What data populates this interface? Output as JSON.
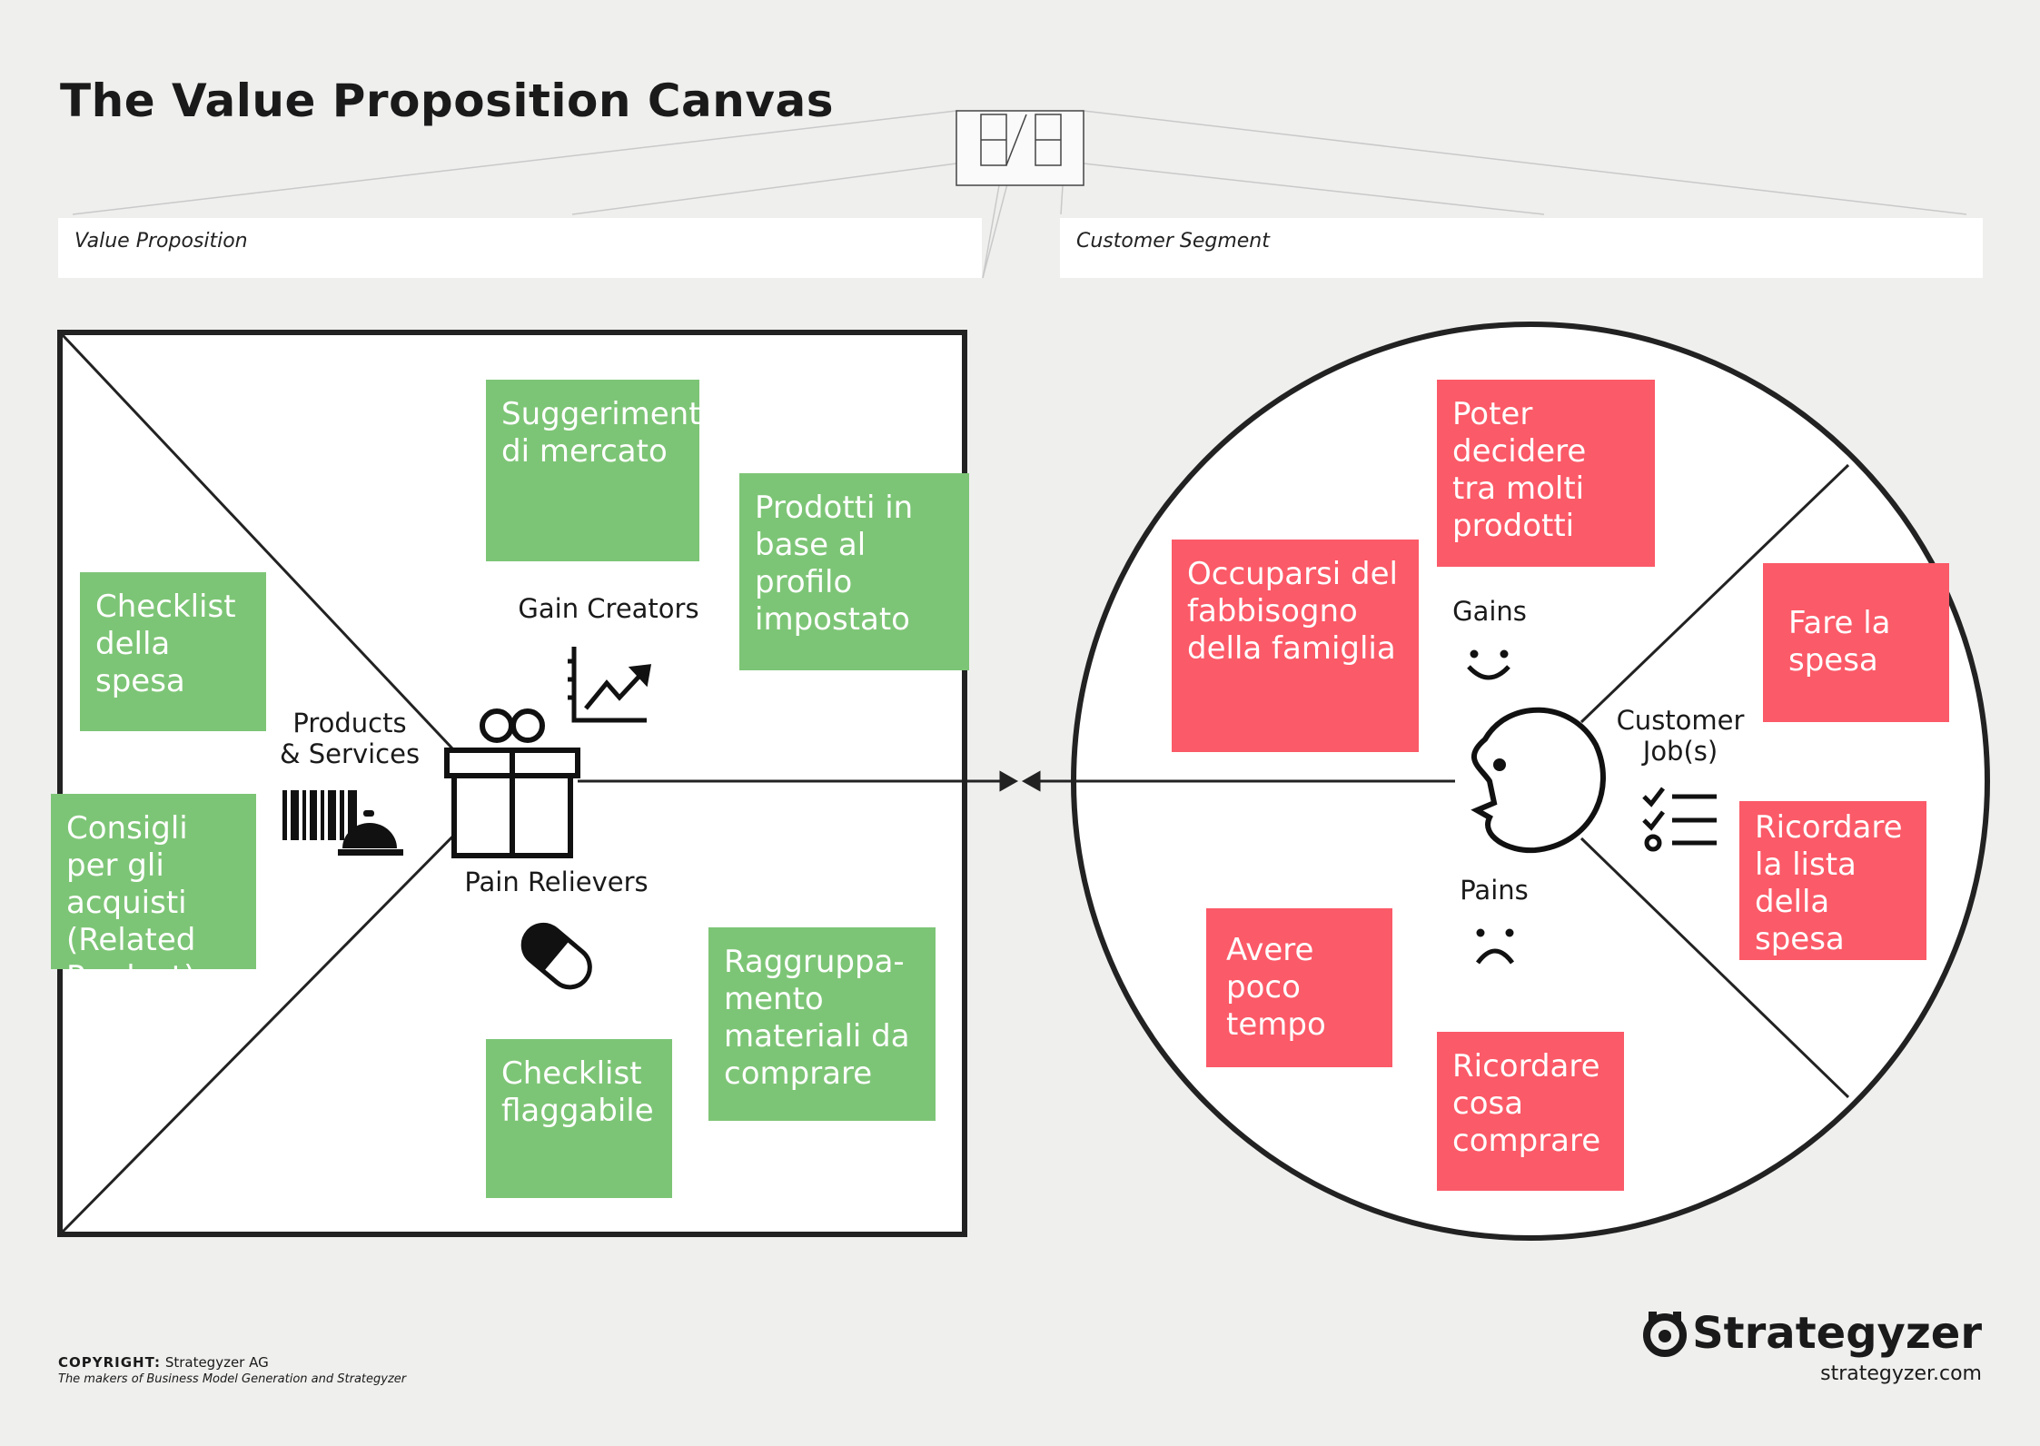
{
  "title": "The Value Proposition Canvas",
  "header": {
    "value_proposition_label": "Value Proposition",
    "customer_segment_label": "Customer Segment"
  },
  "value_map": {
    "products_services_label": "Products\n& Services",
    "gain_creators_label": "Gain Creators",
    "pain_relievers_label": "Pain Relievers",
    "notes": [
      "Suggerimenti di mercato",
      "Prodotti in base al profilo impostato",
      "Checklist della spesa",
      "Consigli per gli acquisti (Related Product)",
      "Raggruppa-mento materiali da comprare",
      "Checklist flaggabile"
    ]
  },
  "customer_profile": {
    "gains_label": "Gains",
    "pains_label": "Pains",
    "jobs_label": "Customer\nJob(s)",
    "notes": [
      "Poter decidere tra molti prodotti",
      "Occuparsi del fabbisogno della famiglia",
      "Fare la spesa",
      "Ricordare la lista della spesa",
      "Avere poco tempo",
      "Ricordare cosa comprare"
    ]
  },
  "icons": [
    "gift-icon",
    "chart-icon",
    "pill-icon",
    "barcode-icon",
    "service-bell-icon",
    "smile-icon",
    "frown-icon",
    "face-profile-icon",
    "checklist-icon",
    "strategyzer-logo-icon"
  ],
  "colors": {
    "green_note": "#7dc576",
    "red_note": "#fb5a68",
    "background": "#efefee"
  },
  "footer": {
    "copyright_label": "COPYRIGHT:",
    "copyright_holder": "Strategyzer AG",
    "tagline": "The makers of Business Model Generation and Strategyzer",
    "brand": "Strategyzer",
    "url": "strategyzer.com"
  }
}
